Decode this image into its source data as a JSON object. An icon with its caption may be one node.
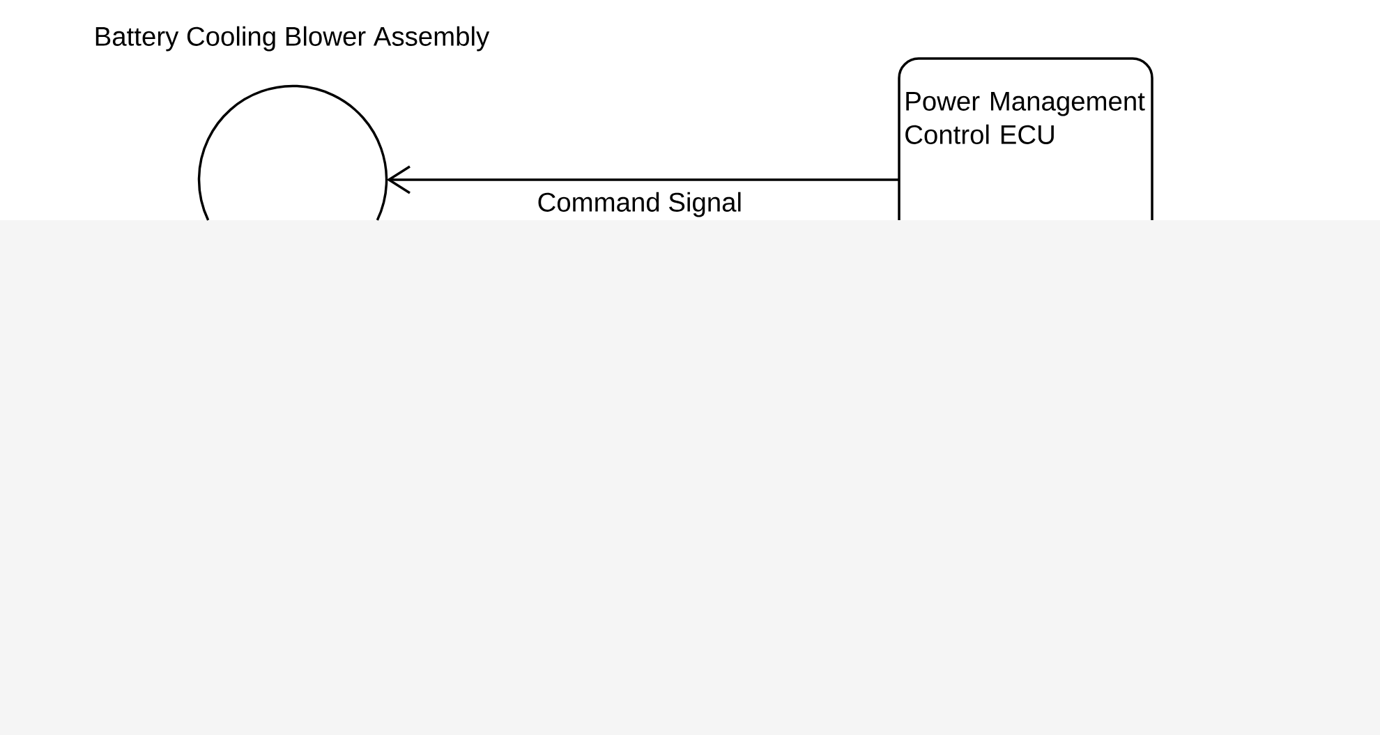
{
  "diagram": {
    "nodes": [
      {
        "text": [
          "Battery Cooling Blower Assembly"
        ]
      },
      {
        "text": [
          "Power Management Control ECU"
        ]
      }
    ],
    "edges": [
      {
        "from": 1,
        "to": 0,
        "arrow": "to",
        "label": "Command Signal"
      }
    ]
  }
}
